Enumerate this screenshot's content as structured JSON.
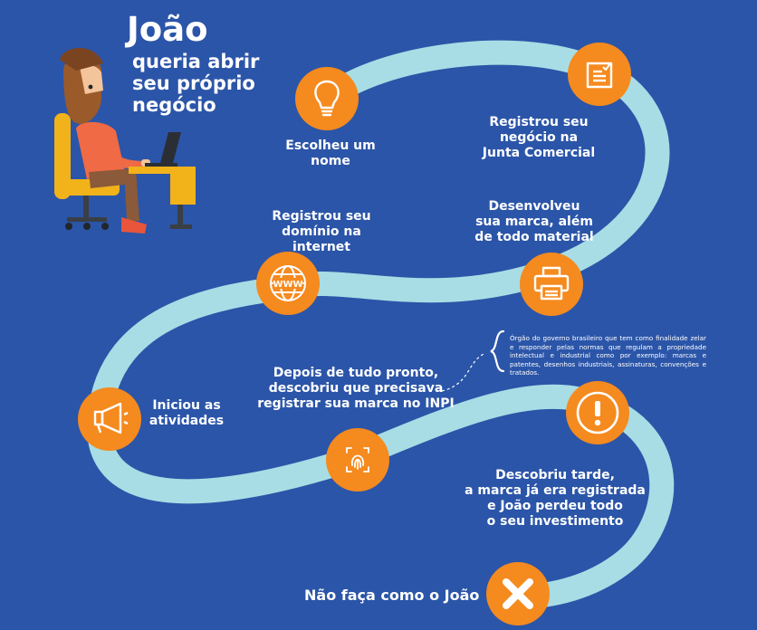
{
  "title": {
    "name": "João",
    "subtitle": "queria abrir\nseu próprio\nnegócio"
  },
  "steps": [
    {
      "id": "name",
      "label": "Escolheu um nome",
      "icon": "lightbulb-icon"
    },
    {
      "id": "junta",
      "label": "Registrou seu\nnegócio na\nJunta Comercial",
      "icon": "document-icon"
    },
    {
      "id": "brand",
      "label": "Desenvolveu\nsua marca, além\nde todo material",
      "icon": "printer-icon"
    },
    {
      "id": "domain",
      "label": "Registrou seu\ndomínio na\ninternet",
      "icon": "www-globe-icon"
    },
    {
      "id": "inpi",
      "label": "Depois de tudo pronto,\ndescobriu que precisava\nregistrar sua marca no INPI",
      "icon": "fingerprint-icon"
    },
    {
      "id": "start",
      "label": "Iniciou as\natividades",
      "icon": "megaphone-icon"
    },
    {
      "id": "late",
      "label": "Descobriu tarde,\na marca já era registrada\ne João perdeu todo\no seu investimento",
      "icon": "exclamation-icon"
    }
  ],
  "inpi_note": "Órgão do governo brasileiro que tem como finalidade zelar e responder pelas normas que regulam a propriedade intelectual e industrial como por exemplo: marcas e patentes, desenhos industriais, assinaturas, convenções e tratados.",
  "closing": {
    "label": "Não faça como o João",
    "icon": "x-icon"
  },
  "colors": {
    "background": "#2b55a8",
    "path": "#a8dde5",
    "accent": "#f58a1f",
    "text": "#ffffff"
  }
}
